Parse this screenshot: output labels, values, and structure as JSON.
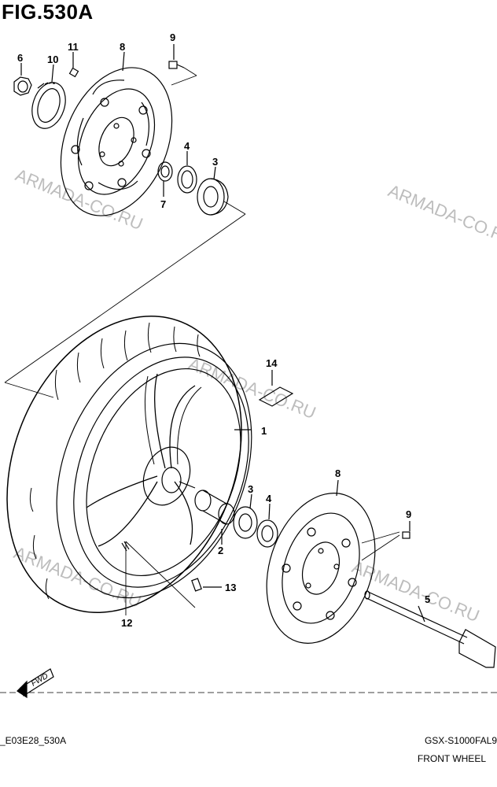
{
  "figure": {
    "title": "FIG.530A",
    "footer_left": "_E03E28_530A",
    "footer_right_model": "GSX-S1000FAL9",
    "footer_right_caption": "FRONT WHEEL",
    "fwd_label": "FWD",
    "watermark": "ARMADA-CO.RU"
  },
  "parts": [
    {
      "key": "p6",
      "number": "6"
    },
    {
      "key": "p10",
      "number": "10"
    },
    {
      "key": "p11",
      "number": "11"
    },
    {
      "key": "p8a",
      "number": "8"
    },
    {
      "key": "p9a",
      "number": "9"
    },
    {
      "key": "p4a",
      "number": "4"
    },
    {
      "key": "p3a",
      "number": "3"
    },
    {
      "key": "p7",
      "number": "7"
    },
    {
      "key": "p14",
      "number": "14"
    },
    {
      "key": "p1",
      "number": "1"
    },
    {
      "key": "p3b",
      "number": "3"
    },
    {
      "key": "p4b",
      "number": "4"
    },
    {
      "key": "p2",
      "number": "2"
    },
    {
      "key": "p8b",
      "number": "8"
    },
    {
      "key": "p9b",
      "number": "9"
    },
    {
      "key": "p5",
      "number": "5"
    },
    {
      "key": "p13",
      "number": "13"
    },
    {
      "key": "p12",
      "number": "12"
    }
  ]
}
